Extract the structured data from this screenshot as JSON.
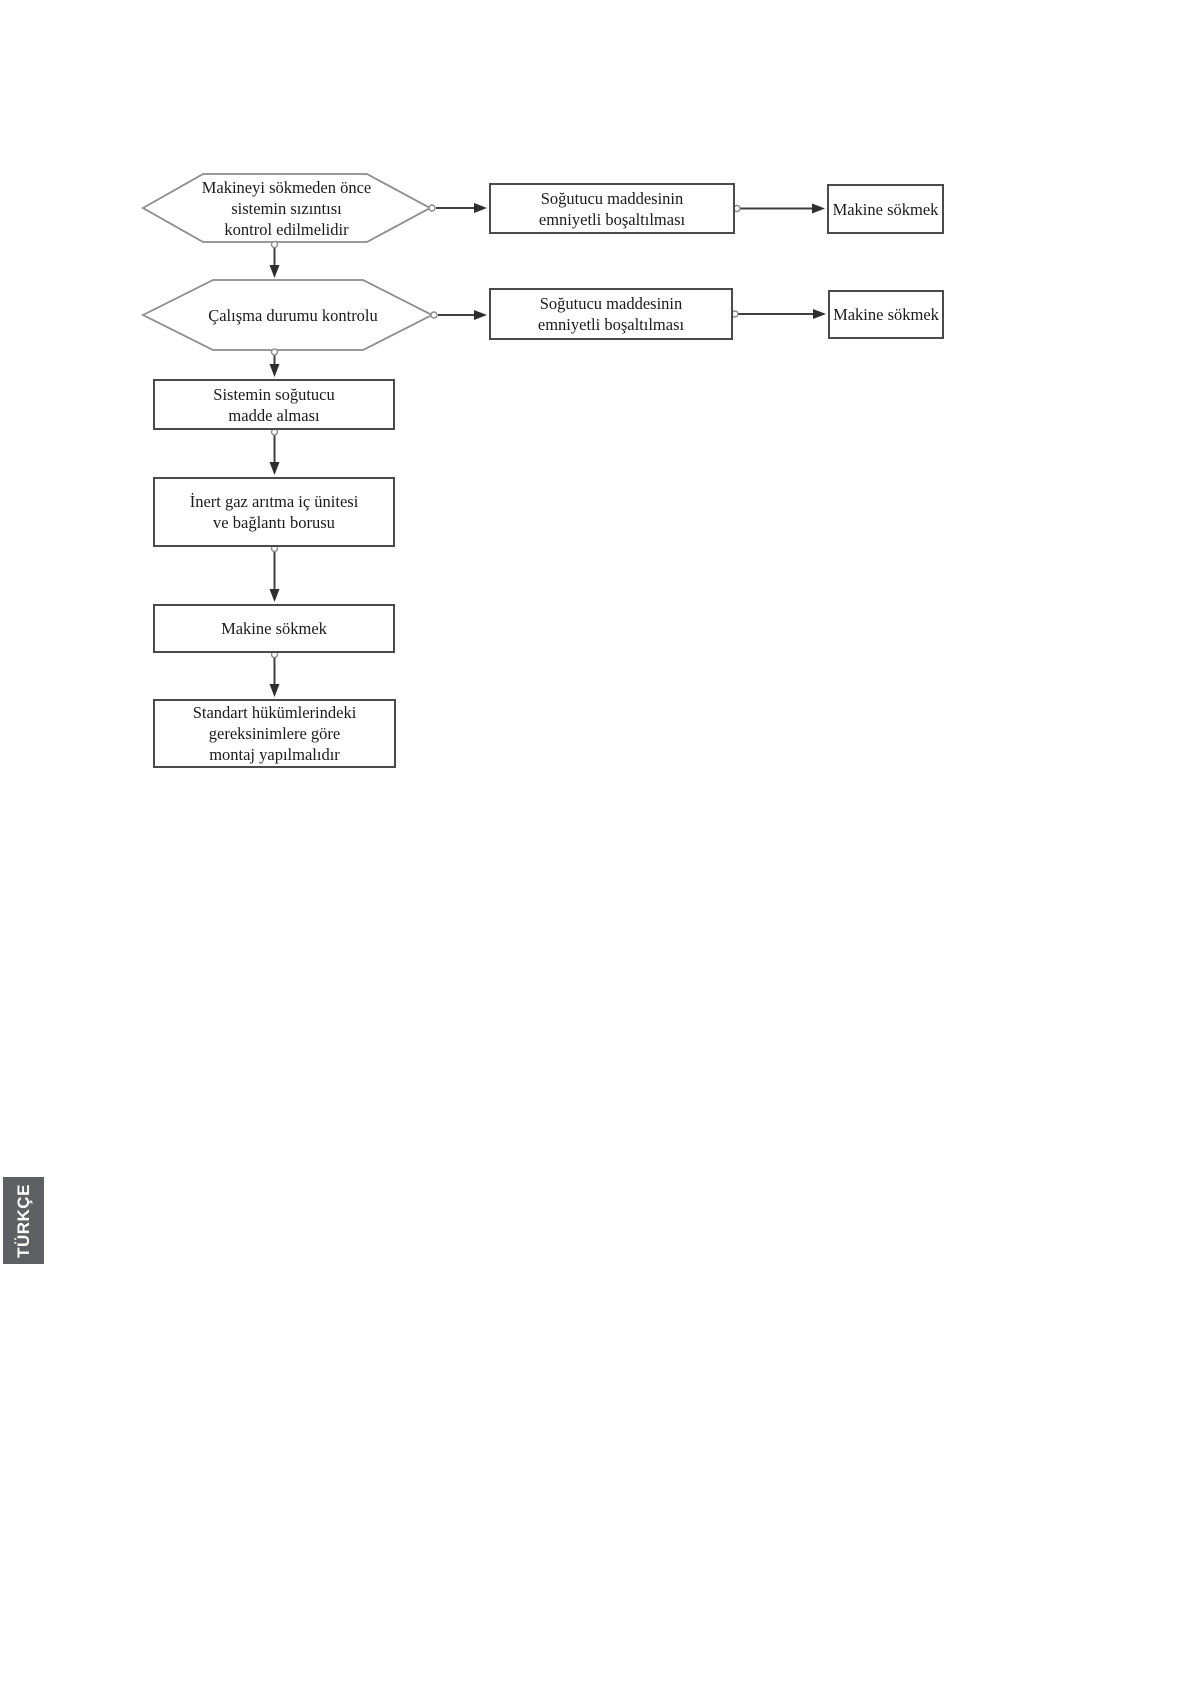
{
  "page": {
    "kind": "service-manual-flowchart-page",
    "language_tab": {
      "label": "TÜRKÇE",
      "background": "#5f6063",
      "text_color": "#ffffff"
    }
  },
  "colors": {
    "background": "#ffffff",
    "hexagon_border": "#8c8c8c",
    "box_border": "#4a4a4a",
    "connector_line": "#3f3f3f",
    "arrowhead": "#2e2e2e",
    "text": "#1b1b1b"
  },
  "flowchart": {
    "nodes": {
      "leak_check": "Makineyi sökmeden önce\nsistemin sızıntısı\nkontrol edilmelidir",
      "operation_check": "Çalışma durumu kontrolu",
      "safe_discharge_1": "Soğutucu maddesinin\nemniyetli boşaltılması",
      "dismantle_1": "Makine sökmek",
      "safe_discharge_2": "Soğutucu maddesinin\nemniyetli boşaltılması",
      "dismantle_2": "Makine sökmek",
      "refrigerant_charge": "Sistemin soğutucu\nmadde alması",
      "inert_gas_purge": "İnert gaz arıtma iç ünitesi\nve bağlantı borusu",
      "dismantle_3": "Makine sökmek",
      "standard_assembly": "Standart hükümlerindeki\ngereksinimlere göre\nmontaj yapılmalıdır"
    },
    "edges": [
      "leak_check -> safe_discharge_1",
      "safe_discharge_1 -> dismantle_1",
      "leak_check -> operation_check",
      "operation_check -> safe_discharge_2",
      "safe_discharge_2 -> dismantle_2",
      "operation_check -> refrigerant_charge",
      "refrigerant_charge -> inert_gas_purge",
      "inert_gas_purge -> dismantle_3",
      "dismantle_3 -> standard_assembly"
    ]
  }
}
